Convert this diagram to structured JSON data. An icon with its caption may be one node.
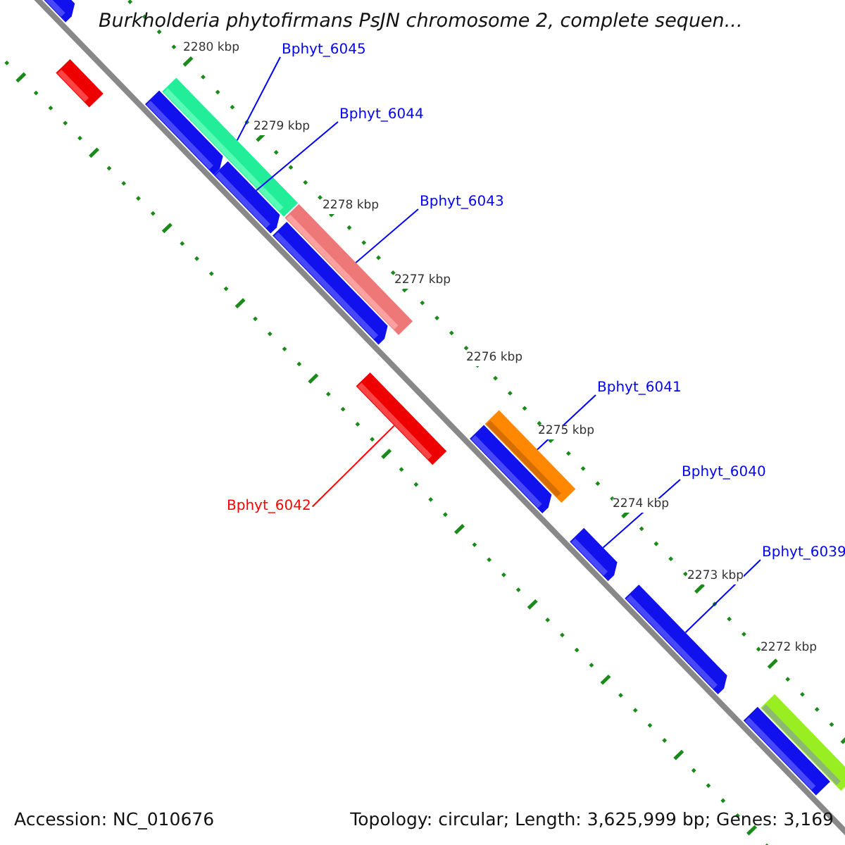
{
  "diagram": {
    "title": "Burkholderia phytofirmans PsJN chromosome 2, complete sequen...",
    "nodes": [
      {
        "text": [
          "Bphyt_6045"
        ]
      },
      {
        "text": [
          "Bphyt_6044"
        ]
      },
      {
        "text": [
          "Bphyt_6043"
        ]
      },
      {
        "text": [
          "Bphyt_6041"
        ]
      },
      {
        "text": [
          "Bphyt_6040"
        ]
      },
      {
        "text": [
          "Bphyt_6042"
        ]
      },
      {
        "text": [
          "Bphyt_6039"
        ]
      },
      {
        "text": [],
        "shape": "bar"
      },
      {
        "text": [],
        "shape": "bar"
      },
      {
        "text": [],
        "shape": "bar"
      },
      {
        "text": [],
        "shape": "bar"
      },
      {
        "text": [],
        "shape": "bar"
      },
      {
        "text": [],
        "shape": "bar"
      },
      {
        "text": [],
        "shape": "bar"
      },
      {
        "text": [],
        "shape": "bar"
      },
      {
        "text": [],
        "shape": "bar"
      },
      {
        "text": [],
        "shape": "bar"
      },
      {
        "text": [],
        "shape": "bar"
      },
      {
        "text": [],
        "shape": "bar"
      },
      {
        "text": [],
        "shape": "bar"
      },
      {
        "text": [],
        "shape": "bar"
      }
    ],
    "edges": [
      {
        "from": 0,
        "to": 10,
        "arrow": "none"
      },
      {
        "from": 1,
        "to": 11,
        "arrow": "none"
      },
      {
        "from": 2,
        "to": 12,
        "arrow": "none"
      },
      {
        "from": 3,
        "to": 15,
        "arrow": "none"
      },
      {
        "from": 4,
        "to": 17,
        "arrow": "none"
      },
      {
        "from": 5,
        "to": 14,
        "arrow": "none",
        "color": "#ff0000"
      },
      {
        "from": 6,
        "to": 18,
        "arrow": "none"
      }
    ],
    "labels": [
      "2280 kbp",
      "2279 kbp",
      "2278 kbp",
      "2277 kbp",
      "2276 kbp",
      "2275 kbp",
      "2274 kbp",
      "2273 kbp",
      "2272 kbp",
      "Accession: NC_010676",
      "Topology: circular; Length: 3,625,999 bp; Genes: 3,169"
    ]
  }
}
